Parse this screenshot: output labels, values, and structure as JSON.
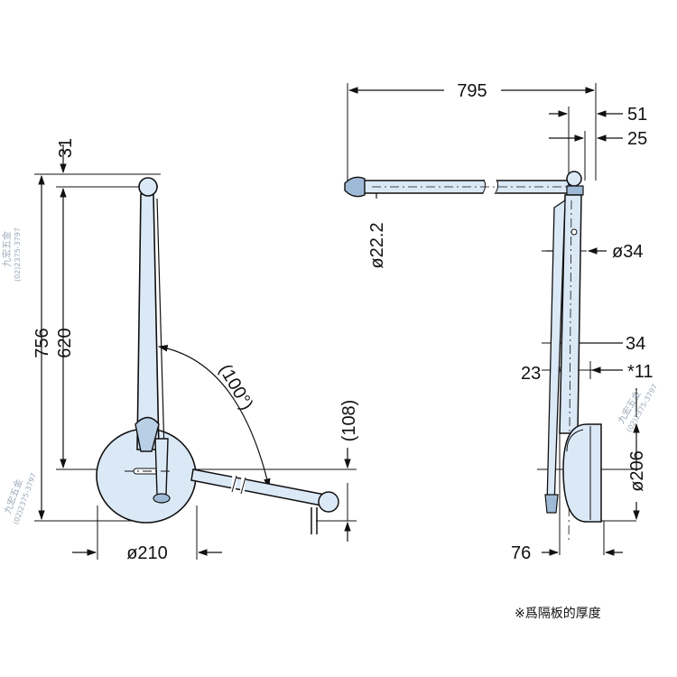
{
  "colors": {
    "line": "#111111",
    "part_fill": "#dbe9f7",
    "part_dark": "#9fbad6",
    "watermark": "#9aa8b8"
  },
  "dimensions": {
    "total_height": "756",
    "top_offset": "31",
    "arm_length": "620",
    "swing_angle": "(100°)",
    "drop": "(108)",
    "base_diameter": "ø210",
    "rod_length": "795",
    "offset_51": "51",
    "offset_25": "25",
    "rod_diameter": "ø22.2",
    "tube_diameter": "ø34",
    "depth_34": "34",
    "depth_23": "23",
    "panel_thickness": "*11",
    "base_diameter_side": "ø206",
    "projection": "76"
  },
  "note": "※爲隔板的厚度",
  "watermarks": {
    "shop_name": "九宏五金",
    "phone": "(02)2375-3797"
  }
}
